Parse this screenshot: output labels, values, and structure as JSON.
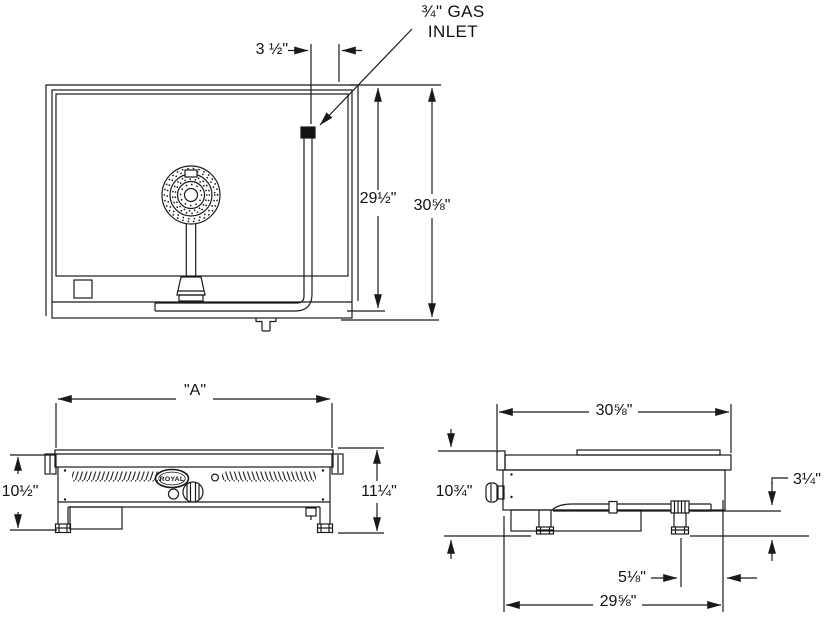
{
  "colors": {
    "background": "#ffffff",
    "line": "#1a1a1a"
  },
  "callout": {
    "line1": "¾\" GAS",
    "line2": "INLET"
  },
  "top_view": {
    "inlet_offset": "3 ½\"",
    "depth_inner": "29½\"",
    "depth_overall": "30⅝\""
  },
  "front_view": {
    "width": "\"A\"",
    "height_left": "10½\"",
    "height_overall": "11¼\"",
    "brand": "ROYAL"
  },
  "side_view": {
    "depth_overall": "30⅝\"",
    "body_height": "10¾\"",
    "inlet_height": "3¼\"",
    "leg_inset": "5⅛\"",
    "body_depth": "29⅝\""
  }
}
